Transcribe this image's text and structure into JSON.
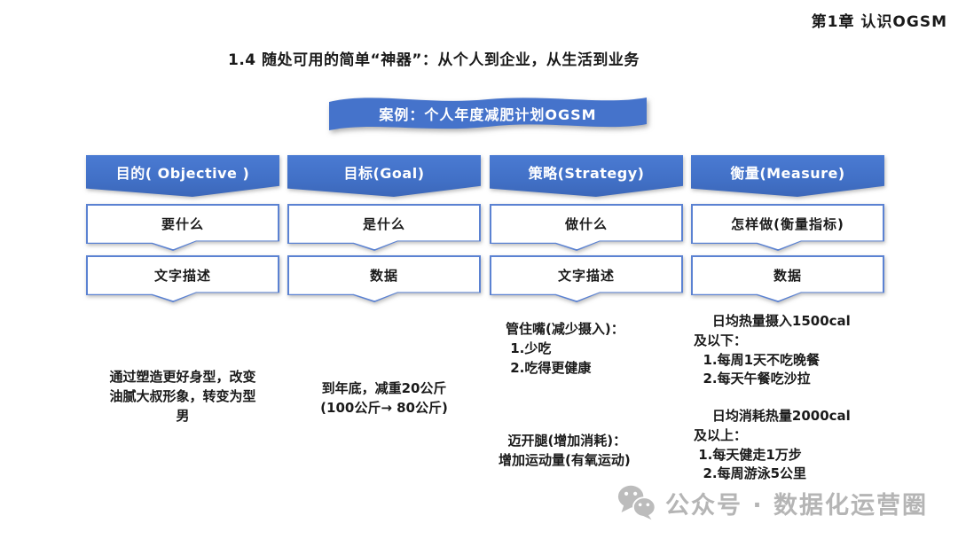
{
  "page": {
    "chapter": "第1章  认识OGSM",
    "title": "1.4 随处可用的简单“神器”：从个人到企业，从生活到业务",
    "banner": "案例：个人年度减肥计划OGSM"
  },
  "columns": [
    {
      "header": "目的( Objective )",
      "question": "要什么",
      "format": "文字描述",
      "body": "通过塑造更好身型，改变\n油腻大叔形象，转变为型\n男"
    },
    {
      "header": "目标(Goal)",
      "question": "是什么",
      "format": "数据",
      "body": "到年底，减重20公斤\n(100公斤→ 80公斤)"
    },
    {
      "header": "策略(Strategy)",
      "question": "做什么",
      "format": "文字描述",
      "body": "管住嘴(减少摄入)：\n 1.少吃\n 2.吃得更健康",
      "body2": "  迈开腿(增加消耗)：\n增加运动量(有氧运动)"
    },
    {
      "header": "衡量(Measure)",
      "question": "怎样做(衡量指标)",
      "format": "数据",
      "body": "    日均热量摄入1500cal\n及以下：\n  1.每周1天不吃晚餐\n  2.每天午餐吃沙拉",
      "body2": "    日均消耗热量2000cal\n及以上：\n 1.每天健走1万步\n  2.每周游泳5公里"
    }
  ],
  "watermark": {
    "icon": "wechat-icon",
    "text": "公众号 · 数据化运营圈"
  },
  "colors": {
    "primary_blue": "#4472c4",
    "border_blue": "#5b82d2",
    "watermark_gray": "#b5b5b5"
  }
}
